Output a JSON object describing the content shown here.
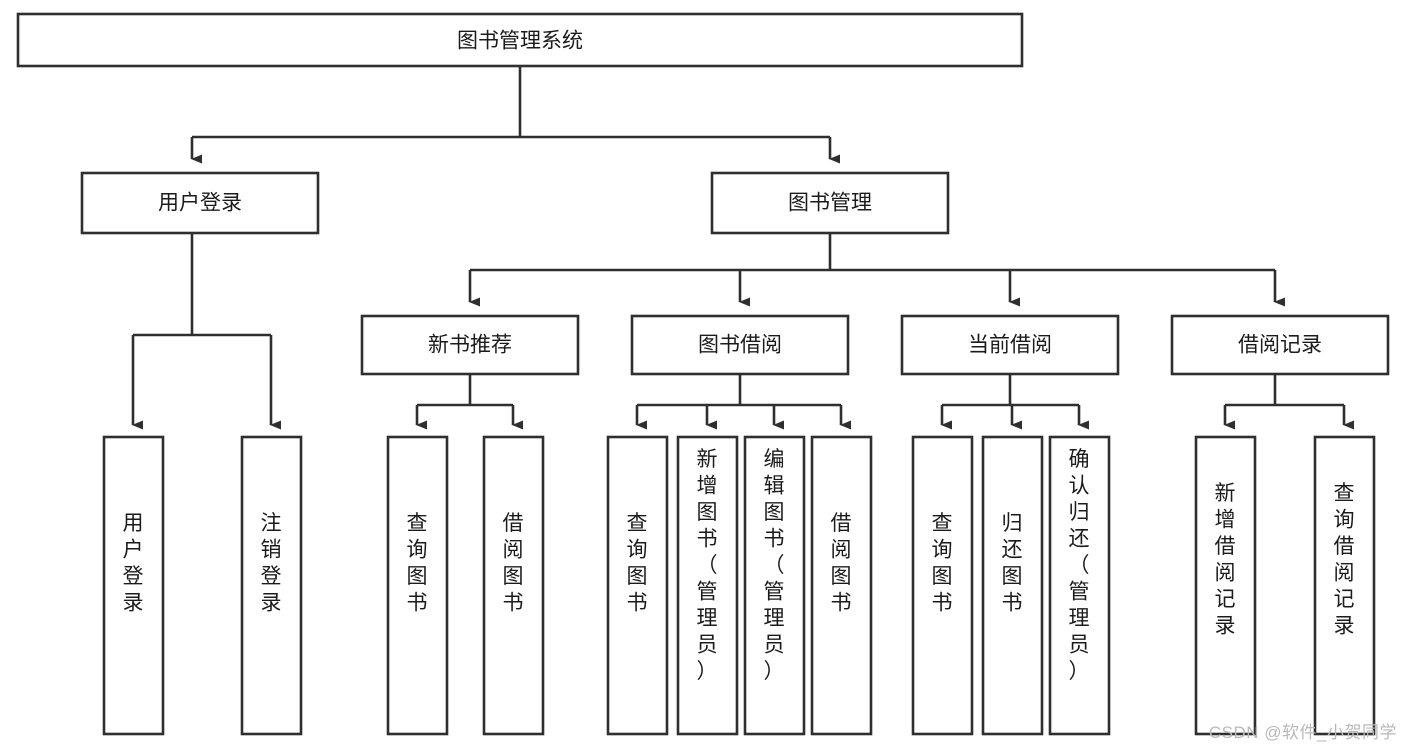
{
  "diagram": {
    "type": "tree-hierarchy-chart",
    "title": "图书管理系统",
    "orientation": "top-down",
    "colors": {
      "background": "#ffffff",
      "box_fill": "#ffffff",
      "box_stroke": "#2f2f2f",
      "text": "#1b1b1b",
      "watermark": "#b9b9b9"
    },
    "root": {
      "id": "root",
      "label": "图书管理系统",
      "text_orientation": "horizontal"
    },
    "level1": [
      {
        "id": "user-login",
        "label": "用户登录",
        "text_orientation": "horizontal"
      },
      {
        "id": "book-management",
        "label": "图书管理",
        "text_orientation": "horizontal"
      }
    ],
    "level2": [
      {
        "id": "new-book-recommend",
        "label": "新书推荐",
        "parent": "book-management",
        "text_orientation": "horizontal"
      },
      {
        "id": "book-borrow",
        "label": "图书借阅",
        "parent": "book-management",
        "text_orientation": "horizontal"
      },
      {
        "id": "current-borrow",
        "label": "当前借阅",
        "parent": "book-management",
        "text_orientation": "horizontal"
      },
      {
        "id": "borrow-record",
        "label": "借阅记录",
        "parent": "book-management",
        "text_orientation": "horizontal"
      }
    ],
    "leaves": [
      {
        "id": "leaf-user-login",
        "label": "用户登录",
        "parent": "user-login",
        "text_orientation": "vertical"
      },
      {
        "id": "leaf-logout",
        "label": "注销登录",
        "parent": "user-login",
        "text_orientation": "vertical"
      },
      {
        "id": "leaf-query-book-1",
        "label": "查询图书",
        "parent": "new-book-recommend",
        "text_orientation": "vertical"
      },
      {
        "id": "leaf-borrow-book-1",
        "label": "借阅图书",
        "parent": "new-book-recommend",
        "text_orientation": "vertical"
      },
      {
        "id": "leaf-query-book-2",
        "label": "查询图书",
        "parent": "book-borrow",
        "text_orientation": "vertical"
      },
      {
        "id": "leaf-add-book",
        "label": "新增图书（管理员）",
        "parent": "book-borrow",
        "text_orientation": "vertical"
      },
      {
        "id": "leaf-edit-book",
        "label": "编辑图书（管理员）",
        "parent": "book-borrow",
        "text_orientation": "vertical"
      },
      {
        "id": "leaf-borrow-book-2",
        "label": "借阅图书",
        "parent": "book-borrow",
        "text_orientation": "vertical"
      },
      {
        "id": "leaf-query-book-3",
        "label": "查询图书",
        "parent": "current-borrow",
        "text_orientation": "vertical"
      },
      {
        "id": "leaf-return-book",
        "label": "归还图书",
        "parent": "current-borrow",
        "text_orientation": "vertical"
      },
      {
        "id": "leaf-confirm-return",
        "label": "确认归还（管理员）",
        "parent": "current-borrow",
        "text_orientation": "vertical"
      },
      {
        "id": "leaf-add-record",
        "label": "新增借阅记录",
        "parent": "borrow-record",
        "text_orientation": "vertical"
      },
      {
        "id": "leaf-query-record",
        "label": "查询借阅记录",
        "parent": "borrow-record",
        "text_orientation": "vertical"
      }
    ],
    "watermark": "CSDN @软件_小贺同学"
  }
}
